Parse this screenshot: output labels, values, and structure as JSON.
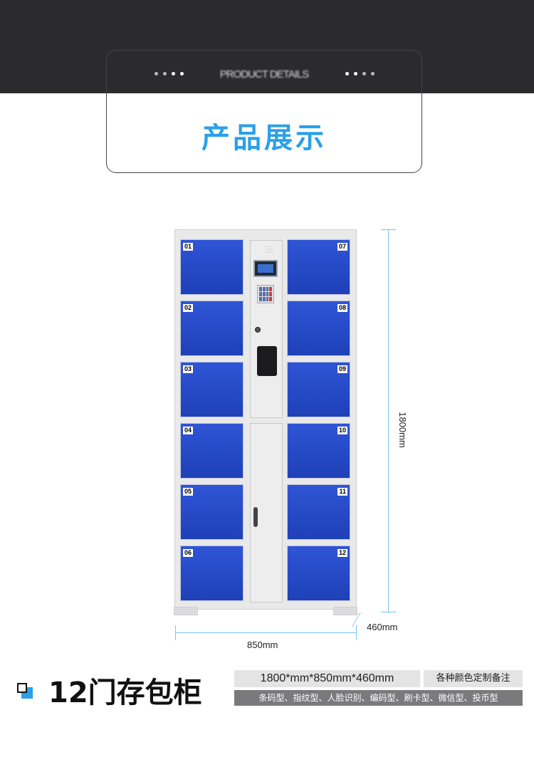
{
  "header": {
    "subtitle": "PRODUCT DETAILS",
    "title": "产品展示"
  },
  "locker": {
    "left_doors": [
      "01",
      "02",
      "03",
      "04",
      "05",
      "06"
    ],
    "right_doors": [
      "07",
      "08",
      "09",
      "10",
      "11",
      "12"
    ],
    "door_color": "#2447c8"
  },
  "dimensions": {
    "height": "1800mm",
    "depth": "460mm",
    "width": "850mm"
  },
  "product": {
    "name": "12门存包柜",
    "spec_size": "1800*mm*850mm*460mm",
    "color_note": "各种颜色定制备注",
    "types": "条码型、指纹型、人脸识别、编码型、刷卡型、微信型、投币型"
  },
  "colors": {
    "accent": "#2aa0e8",
    "dark_band": "#2b2b2e"
  }
}
